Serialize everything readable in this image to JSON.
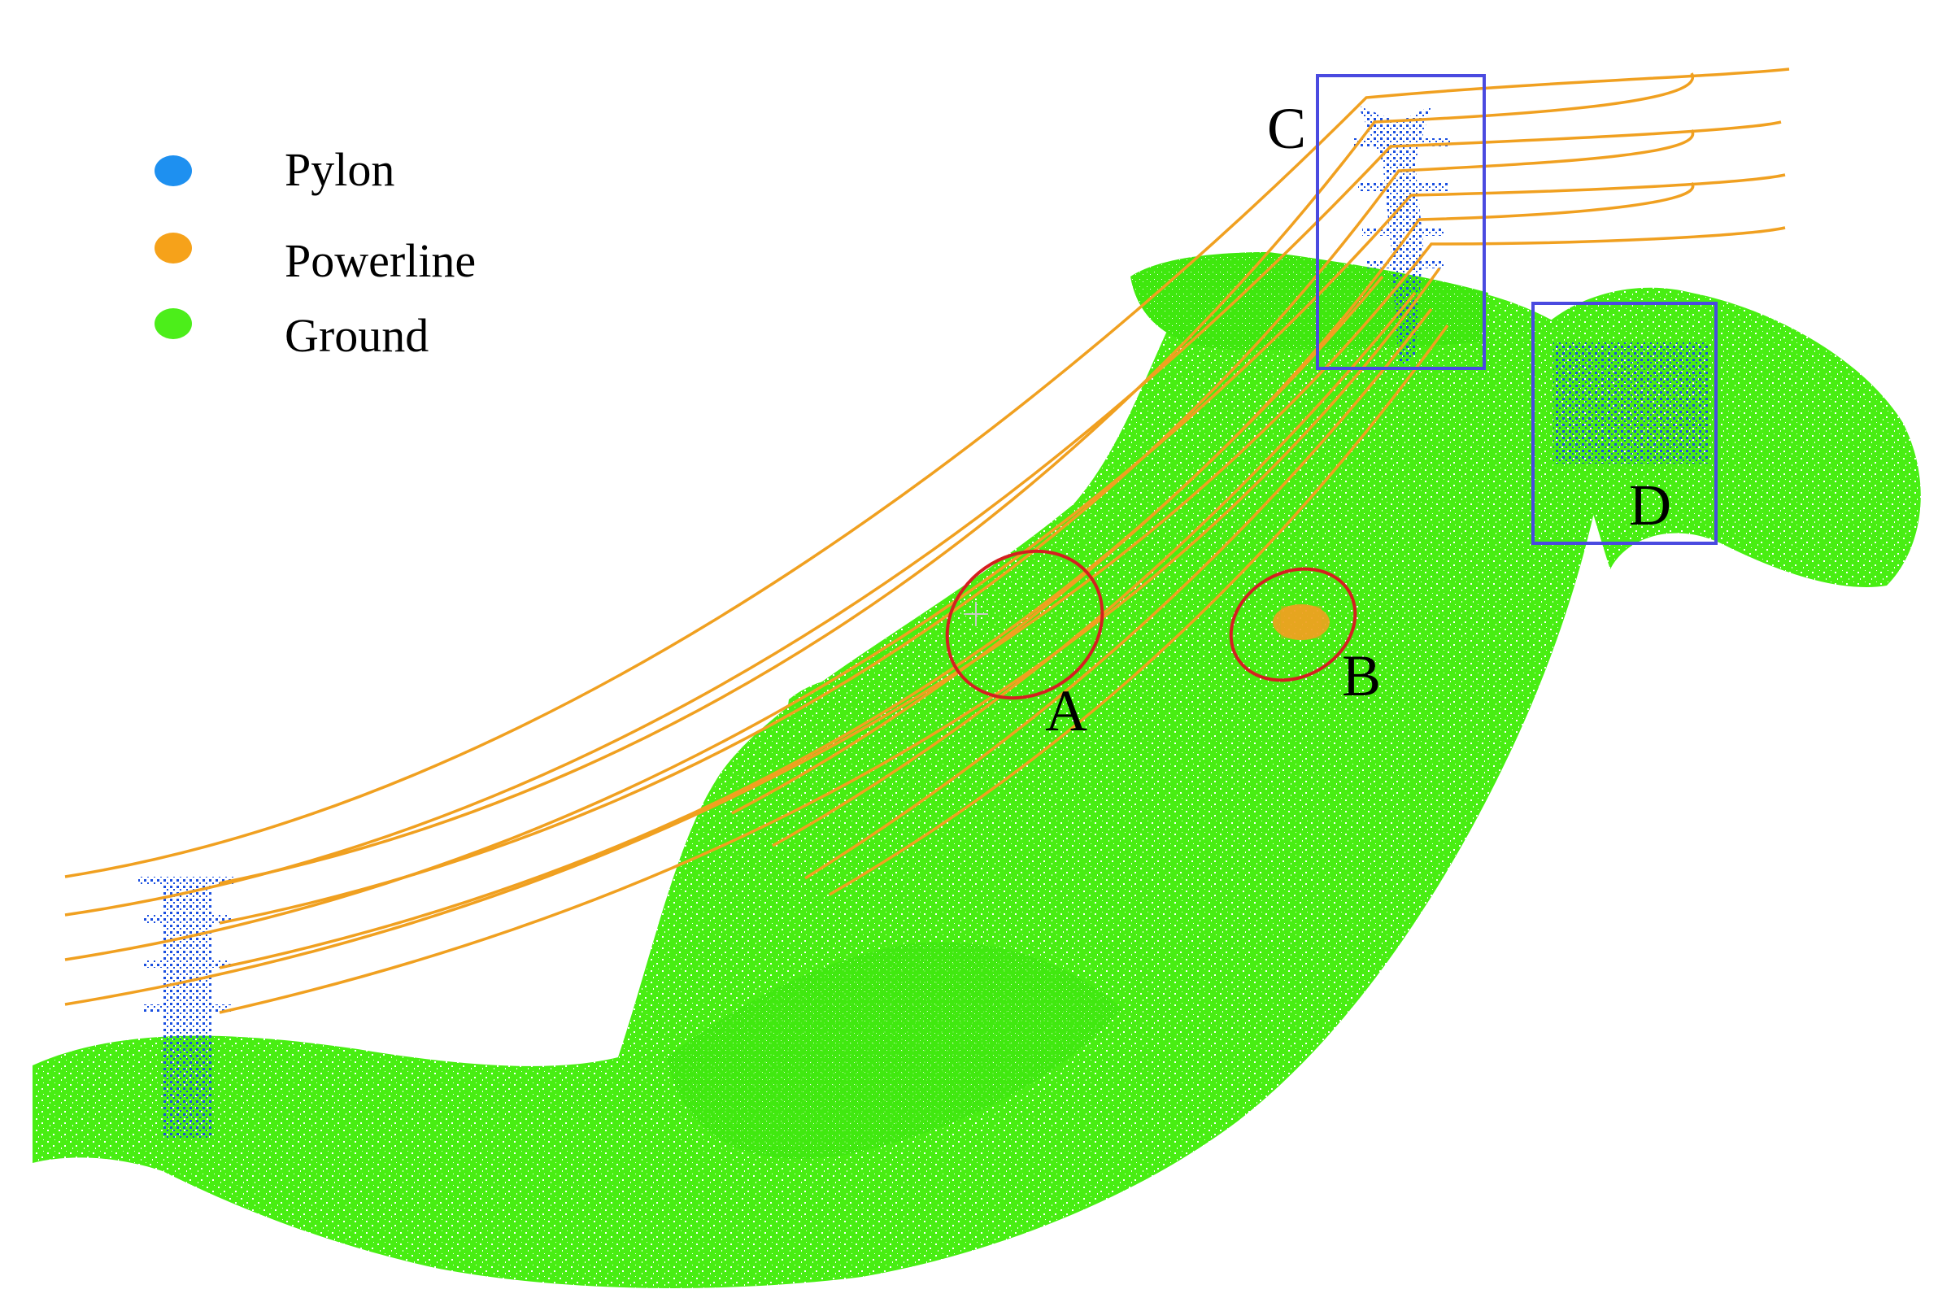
{
  "legend": {
    "items": [
      {
        "label": "Pylon",
        "color": "#1e90f0"
      },
      {
        "label": "Powerline",
        "color": "#f6a21a"
      },
      {
        "label": "Ground",
        "color": "#4cee1a"
      }
    ]
  },
  "annotations": {
    "A": {
      "label": "A",
      "marker": "red-ellipse"
    },
    "B": {
      "label": "B",
      "marker": "red-ellipse"
    },
    "C": {
      "label": "C",
      "marker": "blue-box"
    },
    "D": {
      "label": "D",
      "marker": "blue-box"
    }
  },
  "colors": {
    "pylon_points": "#1a4fe0",
    "powerline_points": "#f0a020",
    "ground_points": "#44ee10",
    "ellipse_stroke": "#d42020",
    "box_stroke": "#4a4ae0"
  }
}
